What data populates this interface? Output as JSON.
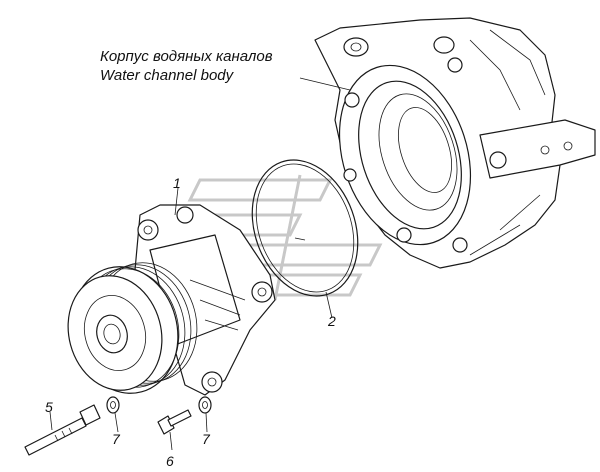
{
  "callout": {
    "line1": "Корпус водяных каналов",
    "line2": "Water channel body"
  },
  "parts": [
    {
      "id": "1",
      "label": "1"
    },
    {
      "id": "2",
      "label": "2"
    },
    {
      "id": "5",
      "label": "5"
    },
    {
      "id": "6",
      "label": "6"
    },
    {
      "id": "7a",
      "label": "7"
    },
    {
      "id": "7b",
      "label": "7"
    }
  ],
  "colors": {
    "line": "#1a1a1a",
    "background": "#ffffff",
    "watermark": "#c8c8c8"
  }
}
